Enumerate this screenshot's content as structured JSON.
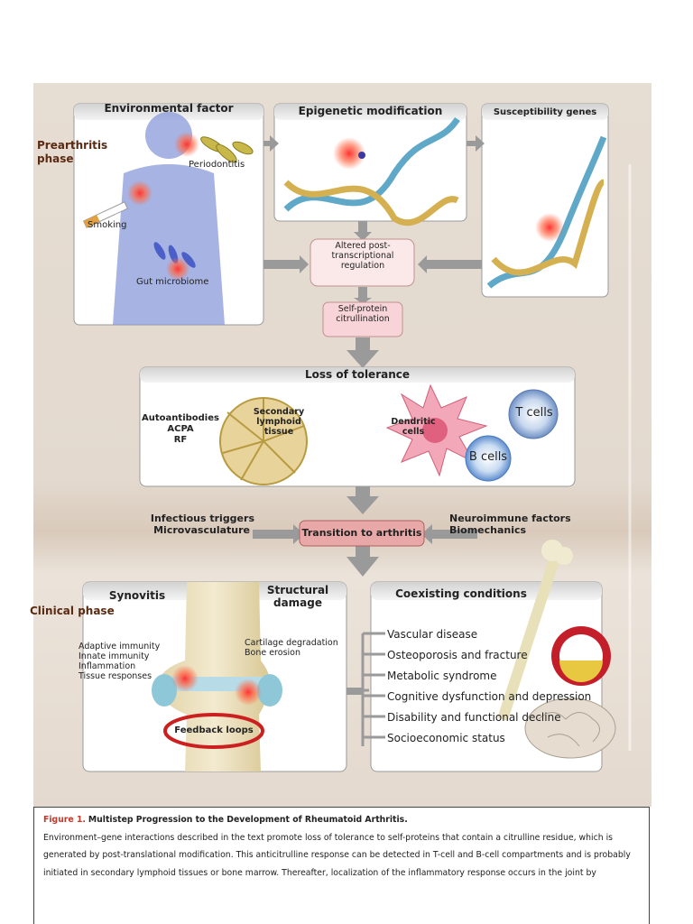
{
  "phases": {
    "prearthritis": "Prearthritis\nphase",
    "clinical": "Clinical phase"
  },
  "env": {
    "title": "Environmental factor",
    "periodontitis": "Periodontitis",
    "smoking": "Smoking",
    "gut": "Gut microbiome"
  },
  "epi": {
    "title": "Epigenetic modification"
  },
  "genes": {
    "title": "Susceptibility genes"
  },
  "altered": "Altered post-transcriptional regulation",
  "citrullination": "Self-protein citrullination",
  "tolerance": {
    "title": "Loss of tolerance",
    "auto1": "Autoantibodies",
    "auto2": "ACPA",
    "auto3": "RF",
    "lymphoid": "Secondary lymphoid tissue",
    "dendritic": "Dendritic cells",
    "tcells": "T cells",
    "bcells": "B cells"
  },
  "transition": {
    "label": "Transition to arthritis",
    "left1": "Infectious triggers",
    "left2": "Microvasculature",
    "right1": "Neuroimmune factors",
    "right2": "Biomechanics"
  },
  "synovitis": {
    "title": "Synovitis",
    "i1": "Adaptive immunity",
    "i2": "Innate immunity",
    "i3": "Inflammation",
    "i4": "Tissue responses"
  },
  "structural": {
    "title": "Structural damage",
    "i1": "Cartilage degradation",
    "i2": "Bone erosion"
  },
  "feedback": "Feedback loops",
  "coexisting": {
    "title": "Coexisting conditions",
    "items": [
      "Vascular disease",
      "Osteoporosis and fracture",
      "Metabolic syndrome",
      "Cognitive dysfunction and depression",
      "Disability and functional decline",
      "Socioeconomic status"
    ]
  },
  "caption": {
    "figlabel": "Figure 1.",
    "title": "Multistep Progression to the Development of Rheumatoid Arthritis.",
    "lines": [
      "Environment–gene interactions described in the text promote loss of tolerance to self-proteins that contain a citrulline residue, which is",
      "generated by post-translational modification. This anticitrulline response can be detected in T-cell and B-cell compartments and is probably",
      "initiated in secondary lymphoid tissues or bone marrow. Thereafter, localization of the inflammatory response occurs in the joint by"
    ]
  }
}
